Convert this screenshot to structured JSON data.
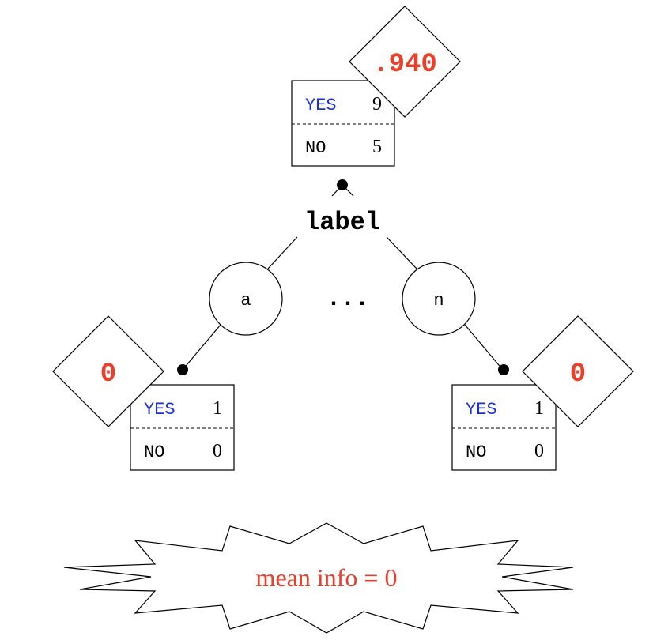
{
  "colors": {
    "accent": "#e8402a",
    "yes_label": "#1a2fd6",
    "line": "#000000"
  },
  "root": {
    "entropy": ".940",
    "yes": {
      "label": "YES",
      "count": "9"
    },
    "no": {
      "label": "NO",
      "count": "5"
    }
  },
  "split_attribute": "label",
  "ellipsis": "...",
  "branches": [
    {
      "value": "a",
      "entropy": "0",
      "yes": {
        "label": "YES",
        "count": "1"
      },
      "no": {
        "label": "NO",
        "count": "0"
      }
    },
    {
      "value": "n",
      "entropy": "0",
      "yes": {
        "label": "YES",
        "count": "1"
      },
      "no": {
        "label": "NO",
        "count": "0"
      }
    }
  ],
  "summary": "mean info = 0"
}
